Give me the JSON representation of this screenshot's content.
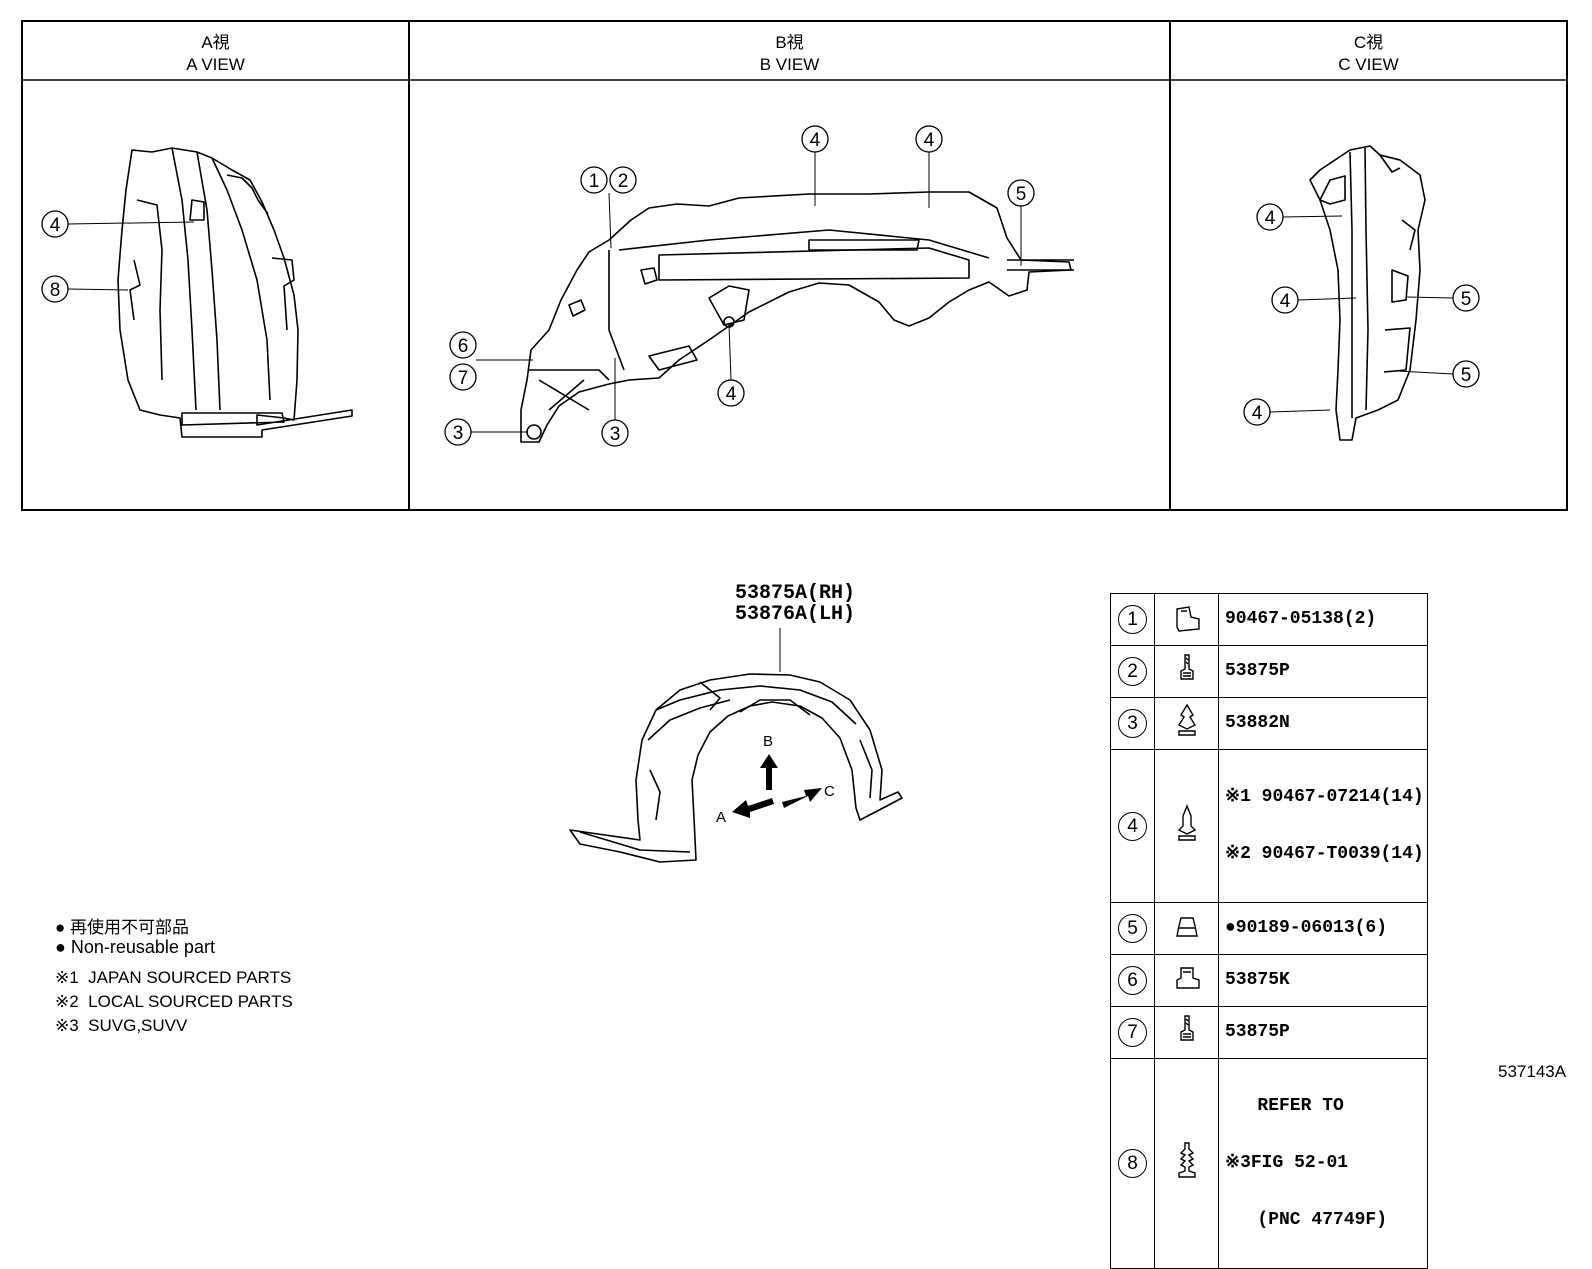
{
  "views": [
    {
      "label_jp": "A視",
      "label_en": "A VIEW"
    },
    {
      "label_jp": "B視",
      "label_en": "B VIEW"
    },
    {
      "label_jp": "C視",
      "label_en": "C VIEW"
    }
  ],
  "callouts": {
    "a_view": [
      "4",
      "8"
    ],
    "b_view": [
      "1",
      "2",
      "4",
      "4",
      "5",
      "6",
      "7",
      "3",
      "3",
      "4"
    ],
    "c_view": [
      "4",
      "4",
      "5",
      "5",
      "4"
    ]
  },
  "main_part": {
    "rh": "53875A(RH)",
    "lh": "53876A(LH)"
  },
  "arrows": {
    "a": "A",
    "b": "B",
    "c": "C"
  },
  "parts_table": [
    {
      "num": "1",
      "icon": "clip-nut-icon",
      "lines": [
        "90467-05138(2)"
      ]
    },
    {
      "num": "2",
      "icon": "screw-icon",
      "lines": [
        "53875P"
      ]
    },
    {
      "num": "3",
      "icon": "push-clip-icon",
      "lines": [
        "53882N"
      ]
    },
    {
      "num": "4",
      "icon": "pin-clip-icon",
      "lines": [
        "※1 90467-07214(14)",
        "※2 90467-T0039(14)"
      ]
    },
    {
      "num": "5",
      "icon": "nut-icon",
      "lines": [
        "●90189-06013(6)"
      ]
    },
    {
      "num": "6",
      "icon": "bracket-clip-icon",
      "lines": [
        "53875K"
      ]
    },
    {
      "num": "7",
      "icon": "screw-icon",
      "lines": [
        "53875P"
      ]
    },
    {
      "num": "8",
      "icon": "fir-tree-clip-icon",
      "lines": [
        "   REFER TO",
        "※3FIG 52-01",
        "   (PNC 47749F)"
      ]
    }
  ],
  "notes": [
    "● 再使用不可部品",
    "● Non-reusable part",
    "※1  JAPAN SOURCED PARTS",
    "※2  LOCAL SOURCED PARTS",
    "※3  SUVG,SUVV"
  ],
  "figure_id": "537143A"
}
